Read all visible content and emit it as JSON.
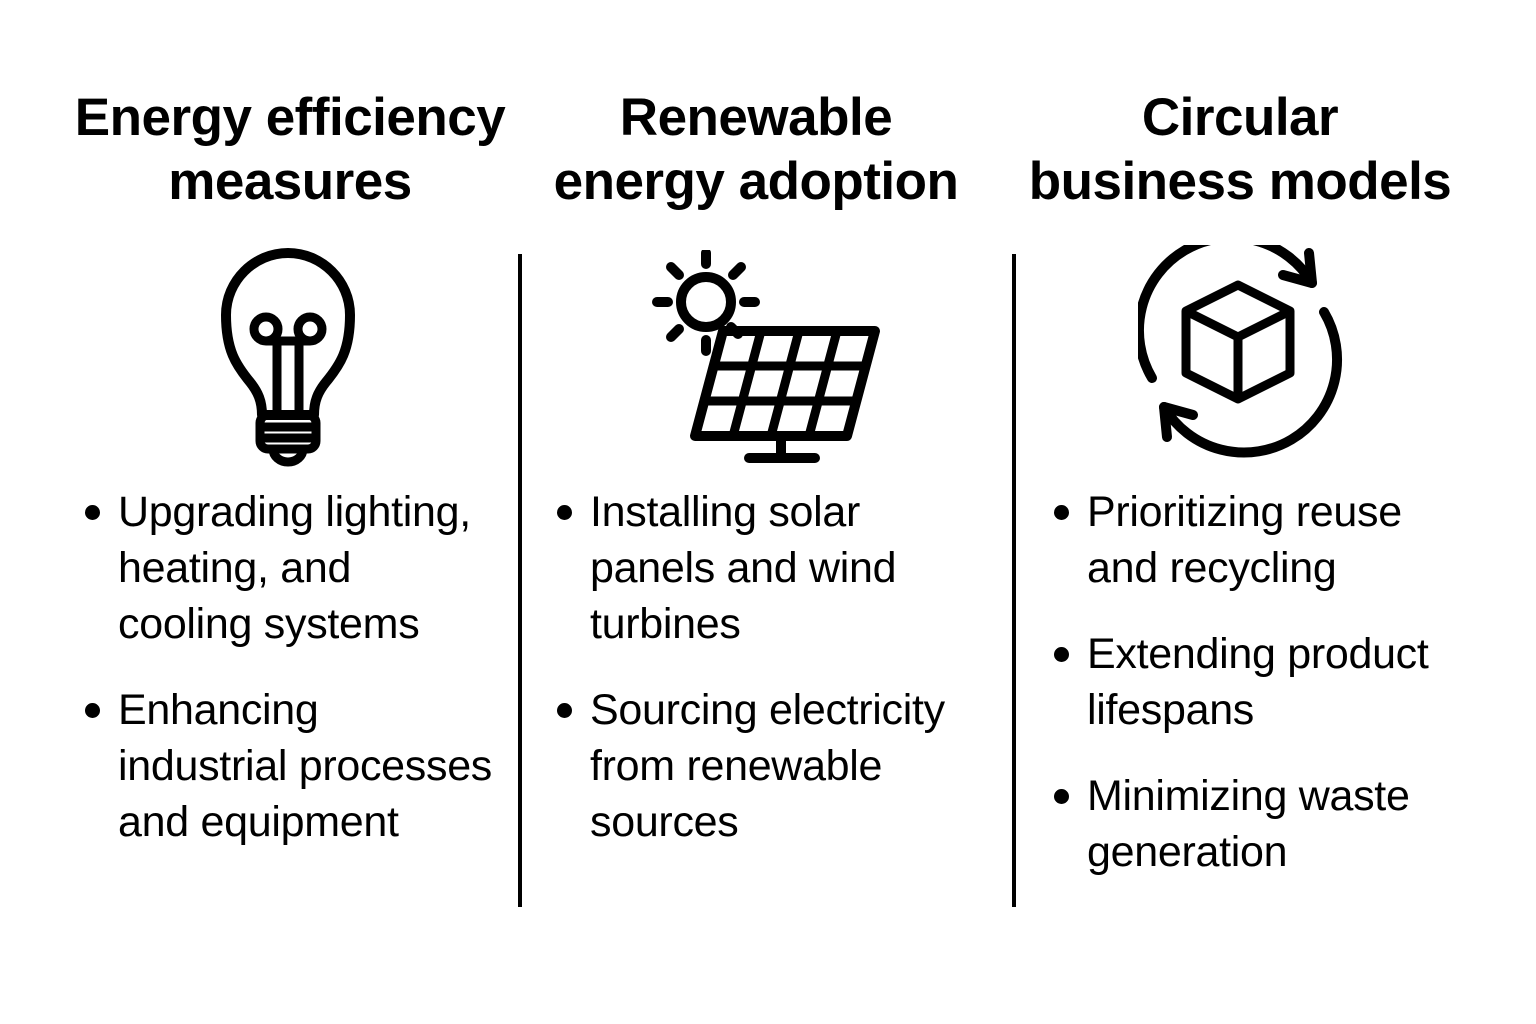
{
  "page": {
    "background_color": "#ffffff",
    "text_color": "#000000",
    "divider_color": "#000000"
  },
  "columns": [
    {
      "title": "Energy efficiency measures",
      "title_lines": [
        "Energy efficiency",
        "measures"
      ],
      "icon": "lightbulb-icon",
      "items": [
        {
          "lines": [
            "Upgrading lighting,",
            "heating, and",
            "cooling systems"
          ]
        },
        {
          "lines": [
            "Enhancing",
            "industrial processes",
            "and equipment"
          ]
        }
      ]
    },
    {
      "title": "Renewable energy adoption",
      "title_lines": [
        "Renewable",
        "energy adoption"
      ],
      "icon": "sun-solar-panel-icon",
      "items": [
        {
          "lines": [
            "Installing solar",
            "panels and wind",
            "turbines"
          ]
        },
        {
          "lines": [
            "Sourcing electricity",
            "from renewable",
            "sources"
          ]
        }
      ]
    },
    {
      "title": "Circular business models",
      "title_lines": [
        "Circular",
        "business models"
      ],
      "icon": "cube-cycle-icon",
      "items": [
        {
          "lines": [
            "Prioritizing reuse",
            "and recycling"
          ]
        },
        {
          "lines": [
            "Extending product",
            "lifespans"
          ]
        },
        {
          "lines": [
            "Minimizing waste",
            "generation"
          ]
        }
      ]
    }
  ]
}
